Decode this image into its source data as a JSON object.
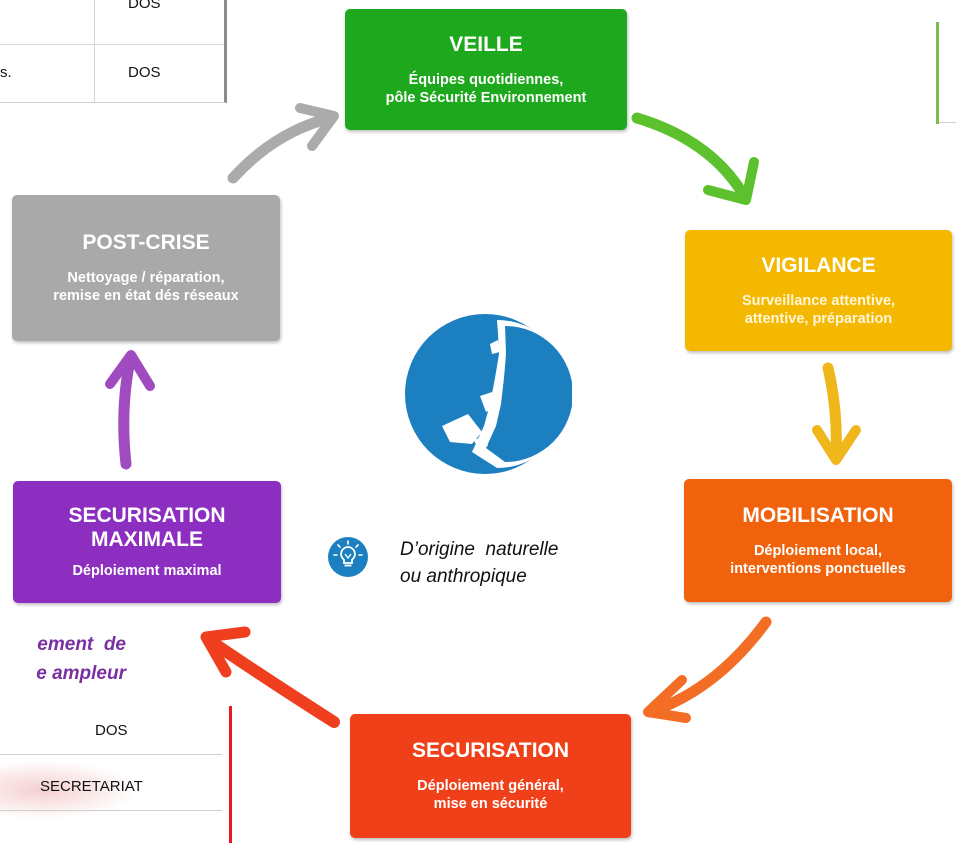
{
  "table_top": {
    "row1_value": "DOS",
    "row2_left_fragment": "s.",
    "row2_value": "DOS"
  },
  "table_bottom": {
    "row1_value": "DOS",
    "row2_value": "SECRETARIAT"
  },
  "phases": [
    {
      "id": "veille",
      "title": "VEILLE",
      "subtitle": "Équipes quotidiennes,\npôle Sécurité Environnement",
      "color": "#1ea81e"
    },
    {
      "id": "vigilance",
      "title": "VIGILANCE",
      "subtitle": "Surveillance attentive,\nattentive, préparation",
      "color": "#f5b800"
    },
    {
      "id": "mobilisation",
      "title": "MOBILISATION",
      "subtitle": "Déploiement local,\ninterventions ponctuelles",
      "color": "#f0630c"
    },
    {
      "id": "securisation",
      "title": "SECURISATION",
      "subtitle": "Déploiement général,\nmise en sécurité",
      "color": "#f0401a"
    },
    {
      "id": "securisation-maximale",
      "title": "SECURISATION\nMAXIMALE",
      "subtitle": "Déploiement maximal",
      "color": "#8c2fc0"
    },
    {
      "id": "post-crise",
      "title": "POST-CRISE",
      "subtitle": "Nettoyage / réparation,\nremise en état dés réseaux",
      "color": "#a9a9a9"
    }
  ],
  "center_icon": {
    "icon": "moon-rock-icon",
    "color": "#1b7fc0"
  },
  "origin_note": {
    "icon": "lightbulb-icon",
    "line1": "D’origine  naturelle",
    "line2": "ou anthropique"
  },
  "purple_note": {
    "line1": "ement  de",
    "line2": "e ampleur"
  }
}
